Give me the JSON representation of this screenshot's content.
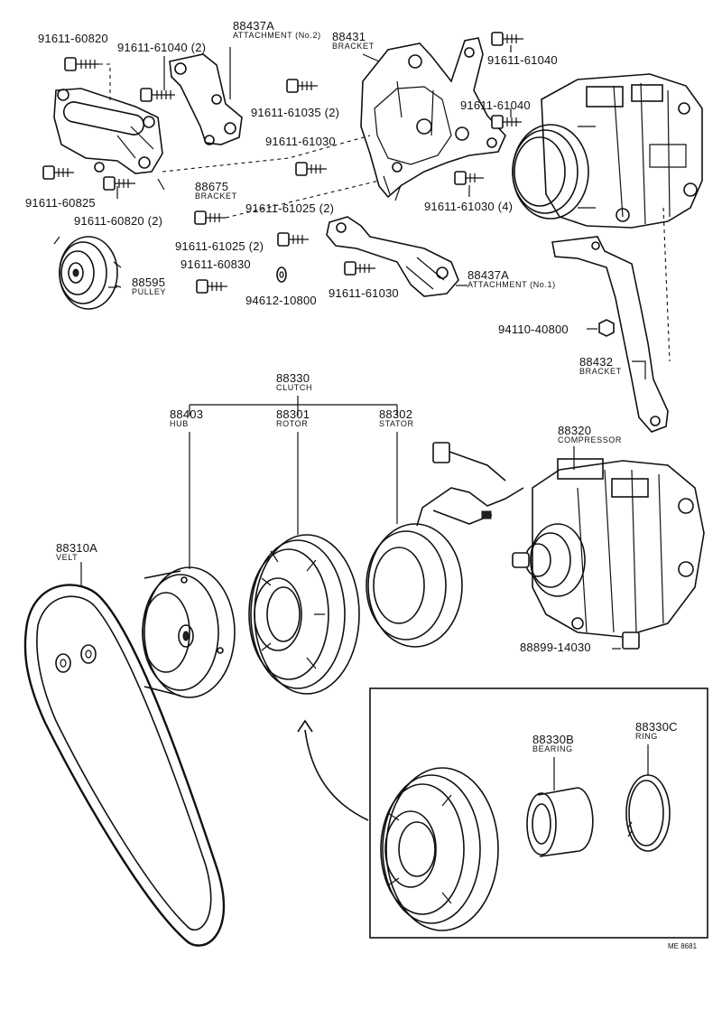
{
  "parts": [
    {
      "id": "p1",
      "number": "88437A",
      "name": "ATTACHMENT (No.2)"
    },
    {
      "id": "p2",
      "number": "88431",
      "name": "BRACKET"
    },
    {
      "id": "p3",
      "number": "88675",
      "name": "BRACKET"
    },
    {
      "id": "p4",
      "number": "88595",
      "name": "PULLEY"
    },
    {
      "id": "p5",
      "number": "88437A",
      "name": "ATTACHMENT (No.1)"
    },
    {
      "id": "p6",
      "number": "88432",
      "name": "BRACKET"
    },
    {
      "id": "p7",
      "number": "88330",
      "name": "CLUTCH"
    },
    {
      "id": "p8",
      "number": "88403",
      "name": "HUB"
    },
    {
      "id": "p9",
      "number": "88301",
      "name": "ROTOR"
    },
    {
      "id": "p10",
      "number": "88302",
      "name": "STATOR"
    },
    {
      "id": "p11",
      "number": "88320",
      "name": "COMPRESSOR"
    },
    {
      "id": "p12",
      "number": "88310A",
      "name": "VELT"
    },
    {
      "id": "p13",
      "number": "88330B",
      "name": "BEARING"
    },
    {
      "id": "p14",
      "number": "88330C",
      "name": "RING"
    }
  ],
  "fasteners": {
    "b1": "91611-60820",
    "b2": "91611-61040 (2)",
    "b3": "91611-61040",
    "b4": "91611-61040",
    "b5": "91611-61035 (2)",
    "b6": "91611-61030",
    "b7": "91611-60825",
    "b8": "91611-60820 (2)",
    "b9": "91611-61025 (2)",
    "b10": "91611-61025 (2)",
    "b11": "91611-61030 (4)",
    "b12": "91611-60830",
    "b13": "94612-10800",
    "b14": "91611-61030",
    "b15": "94110-40800",
    "b16": "88899-14030"
  },
  "figure_code": "ME 8681"
}
